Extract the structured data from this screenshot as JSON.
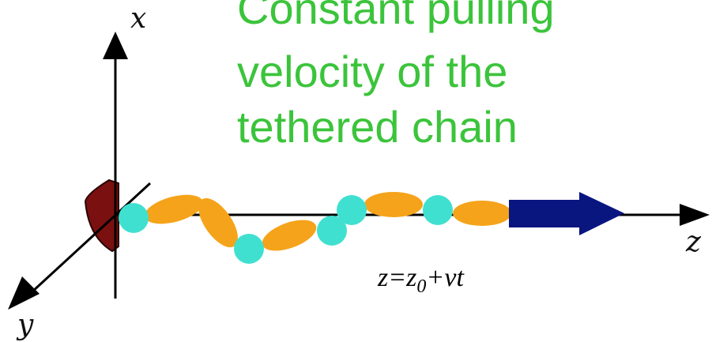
{
  "title": [
    "Constant pulling",
    "velocity of the",
    "tethered chain"
  ],
  "axes": {
    "x": "x",
    "y": "y",
    "z": "z"
  },
  "equation": {
    "lhs": "z=z",
    "sub": "0",
    "rhs": "+vt"
  },
  "colors": {
    "title": "#3bc43b",
    "wall": "#7a1010",
    "bead": "#40e0d0",
    "segment": "#f5a31a",
    "pull_arrow": "#0a1680",
    "axis": "#000000"
  },
  "icons": {
    "pull_arrow": "right-arrow-icon",
    "tether_wall": "wall-icon"
  }
}
